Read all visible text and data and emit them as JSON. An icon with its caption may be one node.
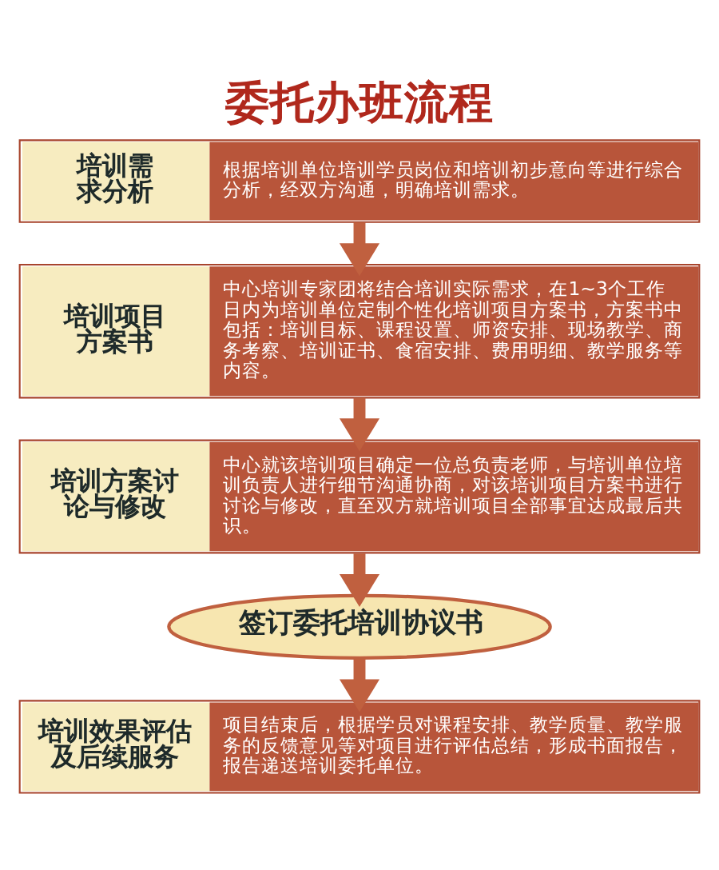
{
  "diagram": {
    "title": "委托办班流程",
    "nodes": [
      {
        "text": [
          "培训需求分析",
          "根据培训单位培训学员岗位和培训初步意向等进行综合分析，经双方沟通，明确培训需求。"
        ]
      },
      {
        "text": [
          "培训项目方案书",
          "中心培训专家团将结合培训实际需求，在1~3个工作日内为培训单位定制个性化培训项目方案书，方案书中包括：培训目标、课程设置、师资安排、现场教学、商务考察、培训证书、食宿安排、费用明细、教学服务等内容。"
        ]
      },
      {
        "text": [
          "培训方案讨论与修改",
          "中心就该培训项目确定一位总负责老师，与培训单位培训负责人进行细节沟通协商，对该培训项目方案书进行讨论与修改，直至双方就培训项目全部事宜达成最后共识。"
        ]
      },
      {
        "text": [
          "签订委托培训协议书"
        ]
      },
      {
        "text": [
          "培训效果评估及后续服务",
          "项目结束后，根据学员对课程安排、教学质量、教学服务的反馈意见等对项目进行评估总结，形成书面报告，报告递送培训委托单位。"
        ]
      }
    ],
    "edges": [
      {
        "from": 0,
        "to": 1,
        "arrow": "to"
      },
      {
        "from": 1,
        "to": 2,
        "arrow": "to"
      },
      {
        "from": 2,
        "to": 3,
        "arrow": "to"
      },
      {
        "from": 3,
        "to": 4,
        "arrow": "to"
      }
    ]
  }
}
